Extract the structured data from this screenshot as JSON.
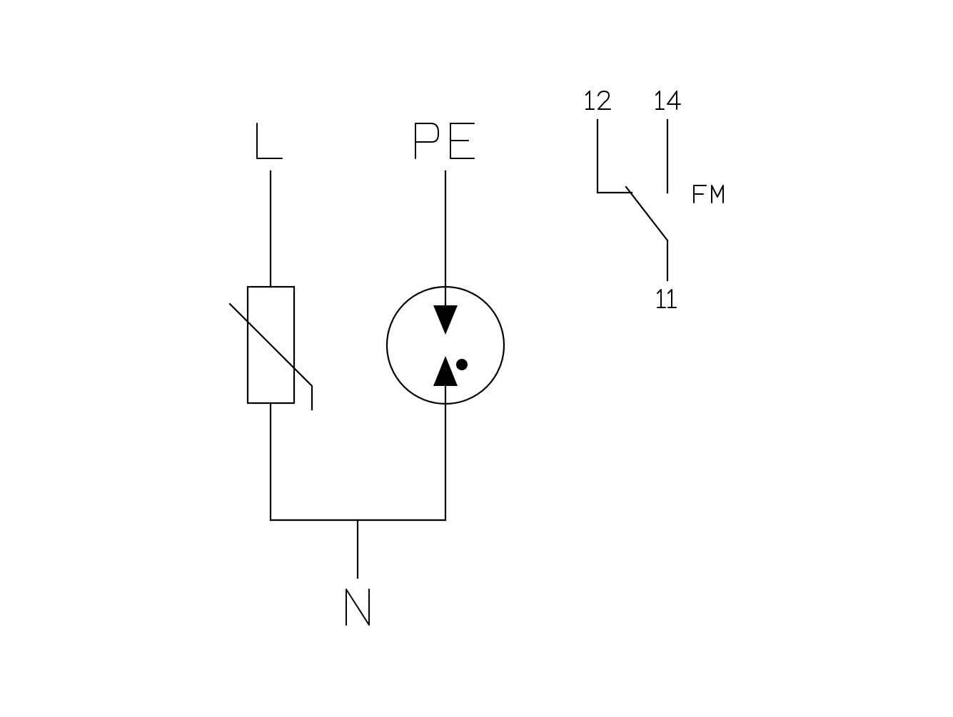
{
  "diagram": {
    "terminals": {
      "line": "L",
      "protective_earth": "PE",
      "neutral": "N"
    },
    "contact": {
      "pin_12": "12",
      "pin_14": "14",
      "pin_11": "11",
      "label": "FM"
    }
  }
}
